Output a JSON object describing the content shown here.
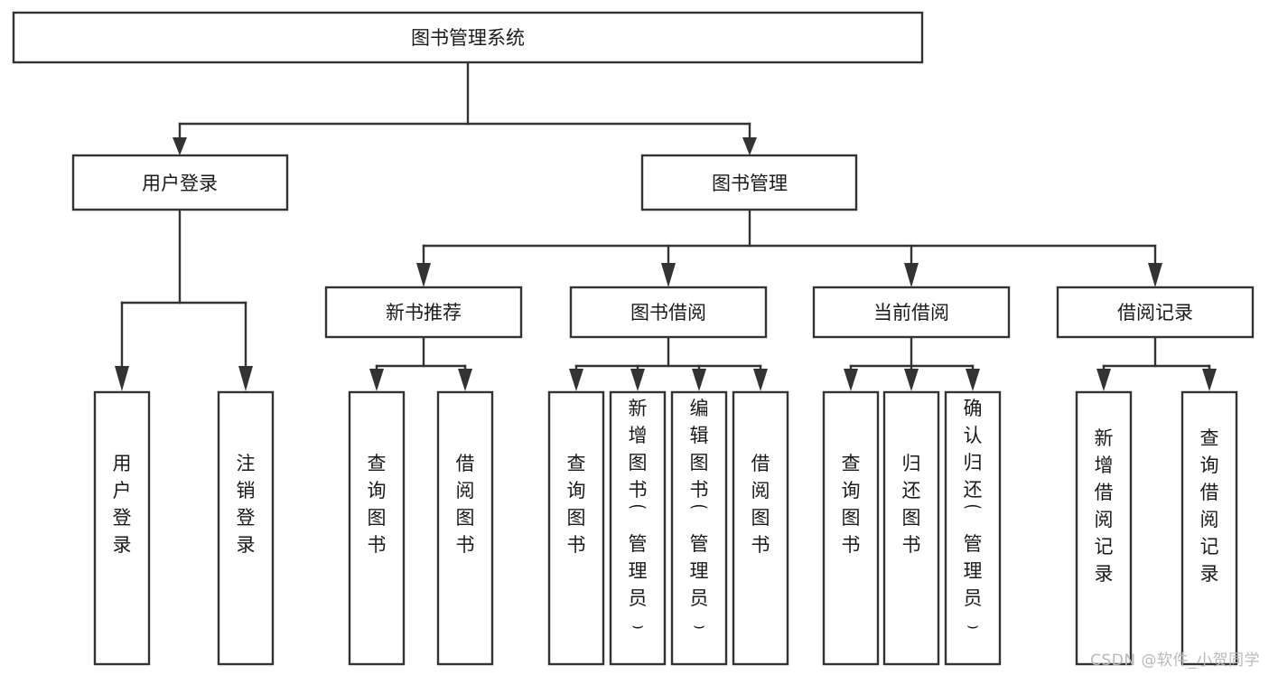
{
  "diagram": {
    "title": "图书管理系统",
    "type": "tree-hierarchy-diagram",
    "orientation": "top-down",
    "colors": {
      "box_stroke": "#333333",
      "box_fill": "#ffffff",
      "connector": "#333333",
      "text": "#1a1a1a",
      "watermark": "#b9b9b9",
      "background": "#ffffff"
    },
    "root": {
      "id": "root",
      "label": "图书管理系统",
      "orientation": "horizontal"
    },
    "level2": [
      {
        "id": "user-login",
        "label": "用户登录",
        "orientation": "horizontal",
        "children": [
          {
            "id": "user-login-do",
            "label": "用户登录",
            "orientation": "vertical"
          },
          {
            "id": "user-logout",
            "label": "注销登录",
            "orientation": "vertical"
          }
        ]
      },
      {
        "id": "book-manage",
        "label": "图书管理",
        "orientation": "horizontal",
        "children": [
          {
            "id": "new-book-recommend",
            "label": "新书推荐",
            "orientation": "horizontal",
            "children": [
              {
                "id": "query-book-1",
                "label": "查询图书",
                "orientation": "vertical"
              },
              {
                "id": "borrow-book-1",
                "label": "借阅图书",
                "orientation": "vertical"
              }
            ]
          },
          {
            "id": "book-borrow",
            "label": "图书借阅",
            "orientation": "horizontal",
            "children": [
              {
                "id": "query-book-2",
                "label": "查询图书",
                "orientation": "vertical"
              },
              {
                "id": "add-book-admin",
                "label": "新增图书（管理员）",
                "orientation": "vertical"
              },
              {
                "id": "edit-book-admin",
                "label": "编辑图书（管理员）",
                "orientation": "vertical"
              },
              {
                "id": "borrow-book-2",
                "label": "借阅图书",
                "orientation": "vertical"
              }
            ]
          },
          {
            "id": "current-borrow",
            "label": "当前借阅",
            "orientation": "horizontal",
            "children": [
              {
                "id": "query-book-3",
                "label": "查询图书",
                "orientation": "vertical"
              },
              {
                "id": "return-book",
                "label": "归还图书",
                "orientation": "vertical"
              },
              {
                "id": "confirm-return-admin",
                "label": "确认归还（管理员）",
                "orientation": "vertical"
              }
            ]
          },
          {
            "id": "borrow-record",
            "label": "借阅记录",
            "orientation": "horizontal",
            "children": [
              {
                "id": "add-borrow-record",
                "label": "新增借阅记录",
                "orientation": "vertical"
              },
              {
                "id": "query-borrow-record",
                "label": "查询借阅记录",
                "orientation": "vertical"
              }
            ]
          }
        ]
      }
    ]
  },
  "watermark": {
    "text": "CSDN @软件_小贺同学"
  }
}
